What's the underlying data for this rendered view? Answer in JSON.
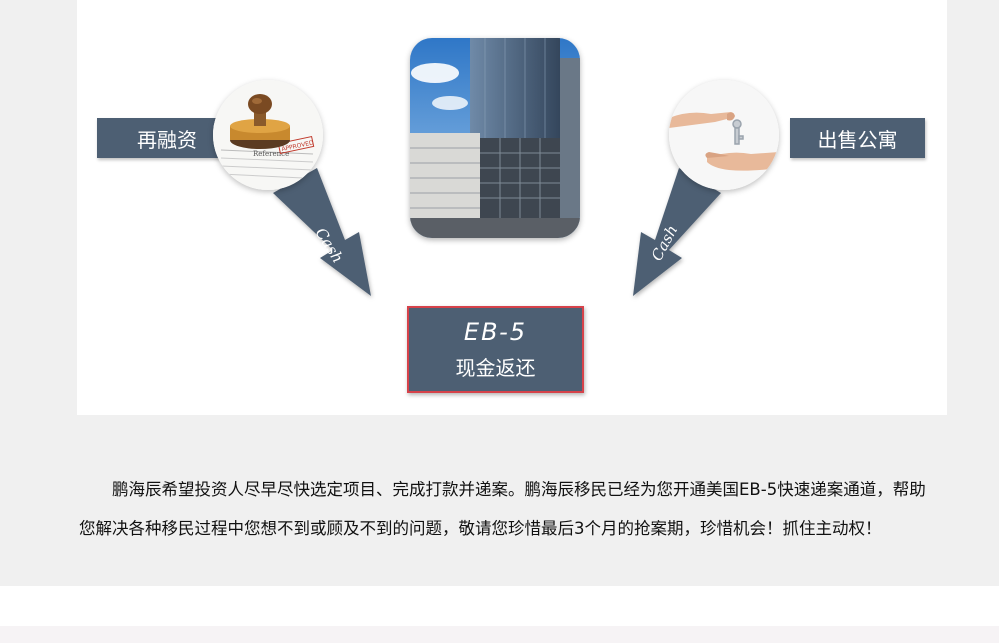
{
  "diagram": {
    "refinance_label": "再融资",
    "sell_label": "出售公寓",
    "arrow_left_text": "Cash",
    "arrow_right_text": "Cash",
    "stamp_text": "Reference",
    "stamp_mark": "APPROVED",
    "eb5_title": "EB-5",
    "eb5_subtitle": "现金返还",
    "colors": {
      "box_fill": "#4d5f73",
      "eb5_border": "#d6424a",
      "card_bg": "#ffffff",
      "page_bg": "#f0f0f0"
    },
    "icons": [
      "stamp-icon",
      "hands-key-icon",
      "building-photo"
    ]
  },
  "body_text": "鹏海辰希望投资人尽早尽快选定项目、完成打款并递案。鹏海辰移民已经为您开通美国EB-5快速递案通道，帮助您解决各种移民过程中您想不到或顾及不到的问题，敬请您珍惜最后3个月的抢案期，珍惜机会！抓住主动权！"
}
